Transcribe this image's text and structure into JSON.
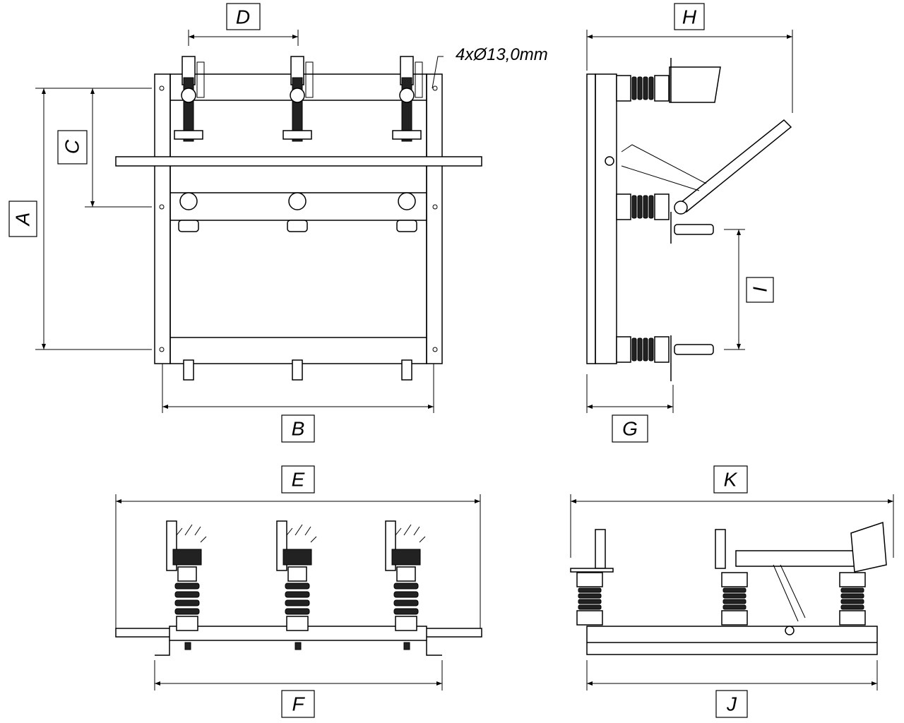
{
  "drawing": {
    "hole_note": "4xØ13,0mm",
    "dimensions": {
      "A": "A",
      "B": "B",
      "C": "C",
      "D": "D",
      "E": "E",
      "F": "F",
      "G": "G",
      "H": "H",
      "I": "I",
      "J": "J",
      "K": "K"
    }
  }
}
